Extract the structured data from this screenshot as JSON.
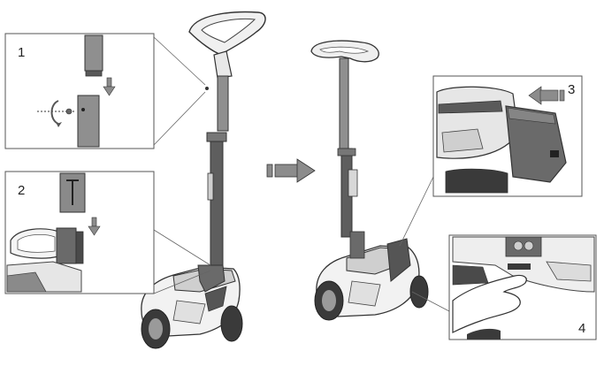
{
  "steps": [
    {
      "number": "1"
    },
    {
      "number": "2"
    },
    {
      "number": "3"
    },
    {
      "number": "4"
    }
  ],
  "colors": {
    "pole_dark": "#5e5e5e",
    "pole_light": "#9a9a9a",
    "body_white": "#f2f2f2",
    "body_gray": "#8a8a8a",
    "outline": "#333333",
    "tire": "#3a3a3a",
    "arrow_fill": "#8c8c8c"
  },
  "icons": [
    "assembly-arrow-icon",
    "down-arrow-icon",
    "left-arrow-icon",
    "rotate-icon"
  ]
}
